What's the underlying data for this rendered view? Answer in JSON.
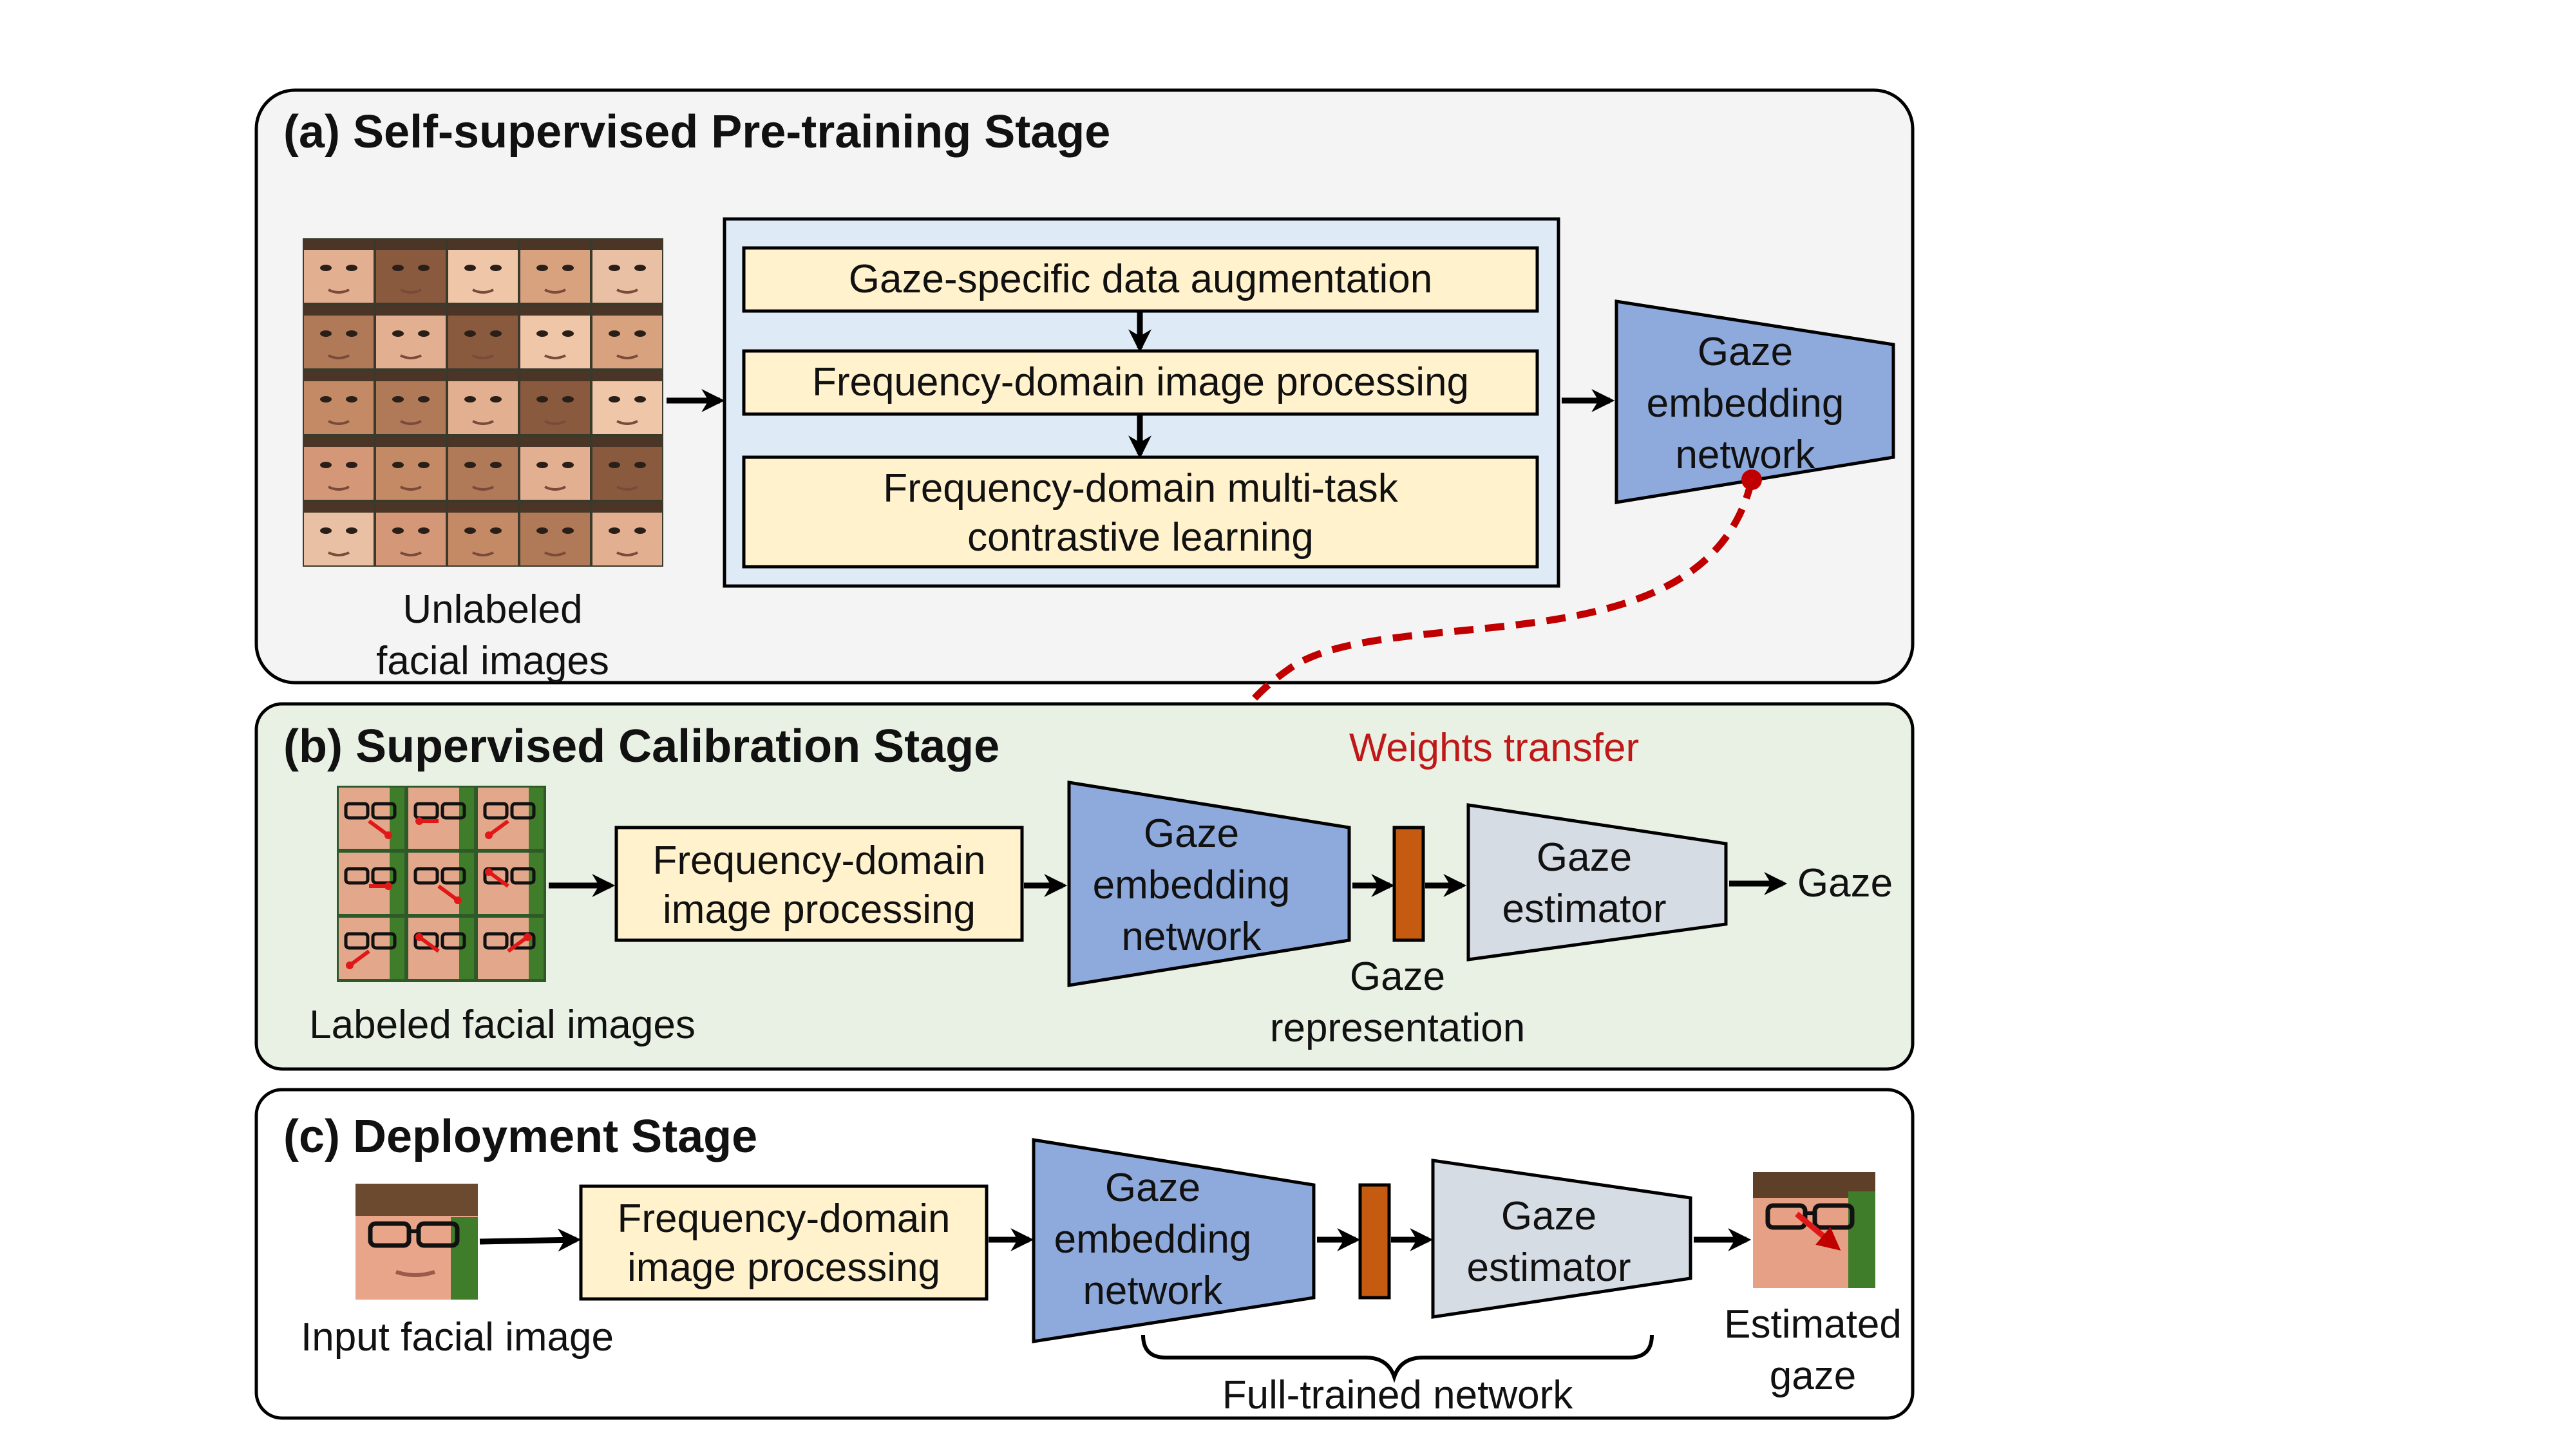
{
  "stages": {
    "a": {
      "title": "(a) Self-supervised Pre-training Stage",
      "images_caption_1": "Unlabeled",
      "images_caption_2": "facial images",
      "steps": [
        "Gaze-specific data augmentation",
        "Frequency-domain image processing",
        "Frequency-domain multi-task",
        "contrastive learning"
      ],
      "network_lines": [
        "Gaze",
        "embedding",
        "network"
      ]
    },
    "b": {
      "title": "(b) Supervised Calibration Stage",
      "images_caption": "Labeled facial images",
      "processing_lines": [
        "Frequency-domain",
        "image processing"
      ],
      "network_lines": [
        "Gaze",
        "embedding",
        "network"
      ],
      "representation_lines": [
        "Gaze",
        "representation"
      ],
      "estimator_lines": [
        "Gaze",
        "estimator"
      ],
      "output": "Gaze",
      "transfer_label": "Weights transfer"
    },
    "c": {
      "title": "(c) Deployment Stage",
      "input_caption": "Input facial image",
      "processing_lines": [
        "Frequency-domain",
        "image processing"
      ],
      "network_lines": [
        "Gaze",
        "embedding",
        "network"
      ],
      "estimator_lines": [
        "Gaze",
        "estimator"
      ],
      "brace_label": "Full-trained network",
      "output_lines": [
        "Estimated",
        "gaze"
      ]
    }
  },
  "colors": {
    "panel_a_fill": "#f4f4f4",
    "panel_b_fill": "#e9f1e4",
    "panel_c_fill": "#ffffff",
    "process_box_fill": "#fff2cc",
    "process_container_fill": "#deebf7",
    "network_fill": "#8ea9db",
    "estimator_fill": "#d6dce4",
    "representation_fill": "#c55a11",
    "transfer_arrow": "#c00000"
  },
  "icons": [
    "unlabeled-face-grid",
    "labeled-face-grid",
    "input-face-photo",
    "estimated-gaze-face-photo"
  ]
}
